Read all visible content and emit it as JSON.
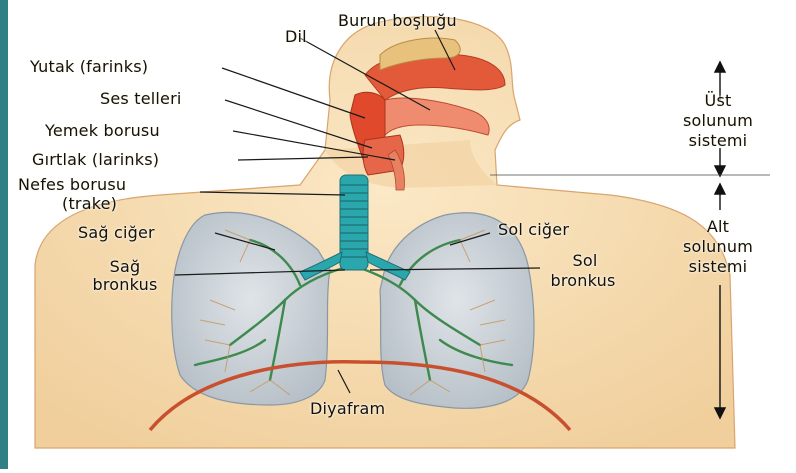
{
  "labels": {
    "burun": "Burun boşluğu",
    "dil": "Dil",
    "yutak": "Yutak (farinks)",
    "ses": "Ses telleri",
    "yemek": "Yemek borusu",
    "girtlak": "Gırtlak (larinks)",
    "nefes_1": "Nefes borusu",
    "nefes_2": "(trake)",
    "sag_ciger": "Sağ ciğer",
    "sag_bronkus_1": "Sağ",
    "sag_bronkus_2": "bronkus",
    "sol_ciger": "Sol ciğer",
    "sol_bronkus_1": "Sol",
    "sol_bronkus_2": "bronkus",
    "diyafram": "Diyafram"
  },
  "sides": {
    "upper": [
      "Üst",
      "solunum",
      "sistemi"
    ],
    "lower": [
      "Alt",
      "solunum",
      "sistemi"
    ]
  },
  "colors": {
    "skin": "#f6dcb0",
    "skin_edge": "#e2b47e",
    "airway": "#e0492c",
    "trachea": "#2aa6ad",
    "lung": "#c9d2d8",
    "bronchi": "#3e8a4e",
    "diaphragm": "#c9502e",
    "frame": "#2f7f84"
  }
}
